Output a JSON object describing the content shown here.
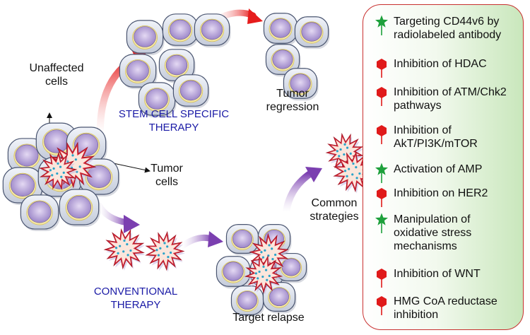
{
  "labels": {
    "unaffected_line1": "Unaffected",
    "unaffected_line2": "cells",
    "stem_line1": "STEM CELL SPECIFIC",
    "stem_line2": "THERAPY",
    "tumor_regression_line1": "Tumor",
    "tumor_regression_line2": "regression",
    "tumor_cells_line1": "Tumor",
    "tumor_cells_line2": "cells",
    "common_line1": "Common",
    "common_line2": "strategies",
    "conventional_line1": "CONVENTIONAL",
    "conventional_line2": "THERAPY",
    "target_relapse": "Target relapse"
  },
  "strategies": [
    {
      "icon": "star-icon",
      "lines": [
        "Targeting CD44v6 by",
        "radiolabeled antibody"
      ]
    },
    {
      "icon": "inhibitor-icon",
      "lines": [
        "Inhibition of HDAC"
      ]
    },
    {
      "icon": "inhibitor-icon",
      "lines": [
        "Inhibition of ATM/Chk2",
        "pathways"
      ]
    },
    {
      "icon": "inhibitor-icon",
      "lines": [
        "Inhibition of",
        "AkT/PI3K/mTOR"
      ]
    },
    {
      "icon": "star-icon",
      "lines": [
        "Activation of AMP"
      ]
    },
    {
      "icon": "inhibitor-icon",
      "lines": [
        "Inhibition on HER2"
      ]
    },
    {
      "icon": "star-icon",
      "lines": [
        "Manipulation of",
        "oxidative stress",
        "mechanisms"
      ]
    },
    {
      "icon": "inhibitor-icon",
      "lines": [
        "Inhibition of WNT"
      ]
    },
    {
      "icon": "inhibitor-icon",
      "lines": [
        "HMG CoA reductase",
        "inhibition"
      ]
    }
  ],
  "colors": {
    "activation_star": "#1ea03c",
    "inhibitor": "#e01a1a",
    "label_blue": "#1a1aa6",
    "panel_border": "#c8302f"
  }
}
